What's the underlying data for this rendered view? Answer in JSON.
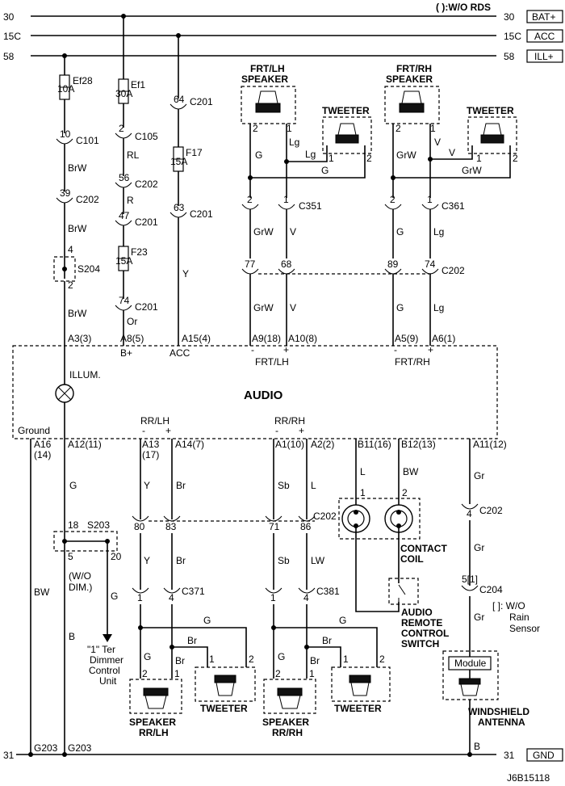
{
  "header": {
    "note": "( ):W/O RDS",
    "code": "J6B15118"
  },
  "rails": {
    "bat": {
      "left": "30",
      "right": "30",
      "tag": "BAT+"
    },
    "acc": {
      "left": "15C",
      "right": "15C",
      "tag": "ACC"
    },
    "ill": {
      "left": "58",
      "right": "58",
      "tag": "ILL+"
    },
    "gnd": {
      "left": "31",
      "right": "31",
      "tag": "GND"
    }
  },
  "fuses": {
    "ef28": {
      "name": "Ef28",
      "rating": "10A"
    },
    "ef1": {
      "name": "Ef1",
      "rating": "30A"
    },
    "f17": {
      "name": "F17",
      "rating": "15A"
    },
    "f23": {
      "name": "F23",
      "rating": "15A"
    }
  },
  "col1": {
    "c101_pin": "10",
    "c101": "C101",
    "w1": "BrW",
    "c202_pin": "39",
    "c202": "C202",
    "w2": "BrW",
    "s204_top": "4",
    "s204": "S204",
    "s204_bot": "2",
    "w3": "BrW",
    "term": "A3(3)"
  },
  "col2": {
    "c105_pin": "2",
    "c105": "C105",
    "w1": "RL",
    "c202_pin": "56",
    "c202": "C202",
    "w2": "R",
    "c201_pin": "47",
    "c201": "C201",
    "c201b_pin": "74",
    "c201b": "C201",
    "w3": "Or",
    "term": "A8(5)",
    "func": "B+"
  },
  "col3": {
    "c201_pin": "64",
    "c201": "C201",
    "c201b_pin": "63",
    "c201b": "C201",
    "w1": "Y",
    "term": "A15(4)",
    "func": "ACC"
  },
  "frtlh": {
    "title1": "FRT/LH",
    "title2": "SPEAKER",
    "tweeter": "TWEETER",
    "spk_p2": "2",
    "spk_p1": "1",
    "tw_p1": "1",
    "tw_p2": "2",
    "wG": "G",
    "wLg": "Lg",
    "wLg2": "Lg",
    "wG2": "G",
    "c351_p2": "2",
    "c351_p1": "1",
    "c351": "C351",
    "wGrW": "GrW",
    "wV": "V",
    "c202_p77": "77",
    "c202_p68": "68",
    "wGrW2": "GrW",
    "wV2": "V",
    "termA": "A9(18)",
    "termB": "A10(8)",
    "minus": "-",
    "plus": "+",
    "func": "FRT/LH"
  },
  "frtrh": {
    "title1": "FRT/RH",
    "title2": "SPEAKER",
    "tweeter": "TWEETER",
    "spk_p2": "2",
    "spk_p1": "1",
    "tw_p1": "1",
    "tw_p2": "2",
    "wGrW": "GrW",
    "wV": "V",
    "wV2": "V",
    "wGrW2": "GrW",
    "c361_p2": "2",
    "c361_p1": "1",
    "c361": "C361",
    "wG": "G",
    "wLg": "Lg",
    "c202_p89": "89",
    "c202_p74": "74",
    "c202": "C202",
    "wG2": "G",
    "wLg2": "Lg",
    "termA": "A5(9)",
    "termB": "A6(1)",
    "minus": "-",
    "plus": "+",
    "func": "FRT/RH"
  },
  "audio": {
    "title": "AUDIO",
    "illum": "ILLUM.",
    "ground": "Ground",
    "a16": "A16",
    "a16b": "(14)",
    "a12": "A12(11)",
    "a13": "A13",
    "a13b": "(17)",
    "a14": "A14(7)",
    "a1": "A1(10)",
    "a2": "A2(2)",
    "b11": "B11(16)",
    "b12": "B12(13)",
    "a11": "A11(12)",
    "rrlh": "RR/LH",
    "rrrh": "RR/RH",
    "minus": "-",
    "plus": "+"
  },
  "lower": {
    "wG": "G",
    "s203_p18": "18",
    "s203": "S203",
    "s203_p5": "5",
    "s203_p20": "20",
    "wodim1": "(W/O",
    "wodim2": "DIM.)",
    "wG2": "G",
    "wB": "B",
    "wBW": "BW",
    "dim1": "\"1\" Ter",
    "dim2": "Dimmer",
    "dim3": "Control",
    "dim4": "Unit",
    "g203a": "G203",
    "g203b": "G203"
  },
  "rrlh": {
    "wY": "Y",
    "wBr": "Br",
    "c202_p80": "80",
    "c202_p83": "83",
    "wY2": "Y",
    "wBr2": "Br",
    "c371_p1": "1",
    "c371_p4": "4",
    "c371": "C371",
    "wG": "G",
    "wBr3": "Br",
    "wG2": "G",
    "wBr4": "Br",
    "spk_p2": "2",
    "spk_p1": "1",
    "tw_p1": "1",
    "tw_p2": "2",
    "spk1": "SPEAKER",
    "spk2": "RR/LH",
    "tweeter": "TWEETER"
  },
  "rrrh": {
    "wSb": "Sb",
    "wL": "L",
    "c202_p71": "71",
    "c202_p86": "86",
    "c202": "C202",
    "wSb2": "Sb",
    "wLW": "LW",
    "c381_p1": "1",
    "c381_p4": "4",
    "c381": "C381",
    "wG": "G",
    "wBr": "Br",
    "wG2": "G",
    "wBr2": "Br",
    "spk_p2": "2",
    "spk_p1": "1",
    "tw_p1": "1",
    "tw_p2": "2",
    "spk1": "SPEAKER",
    "spk2": "RR/RH",
    "tweeter": "TWEETER"
  },
  "remote": {
    "wL": "L",
    "wBW": "BW",
    "p1": "1",
    "p2": "2",
    "coil1": "CONTACT",
    "coil2": "COIL",
    "sw1": "AUDIO",
    "sw2": "REMOTE",
    "sw3": "CONTROL",
    "sw4": "SWITCH"
  },
  "antenna": {
    "wGr": "Gr",
    "c202_p": "4",
    "c202": "C202",
    "wGr2": "Gr",
    "c204_p": "5[1]",
    "c204": "C204",
    "wGr3": "Gr",
    "note1": "[ ]: W/O",
    "note2": "Rain",
    "note3": "Sensor",
    "module": "Module",
    "name1": "WINDSHIELD",
    "name2": "ANTENNA",
    "wB": "B"
  }
}
